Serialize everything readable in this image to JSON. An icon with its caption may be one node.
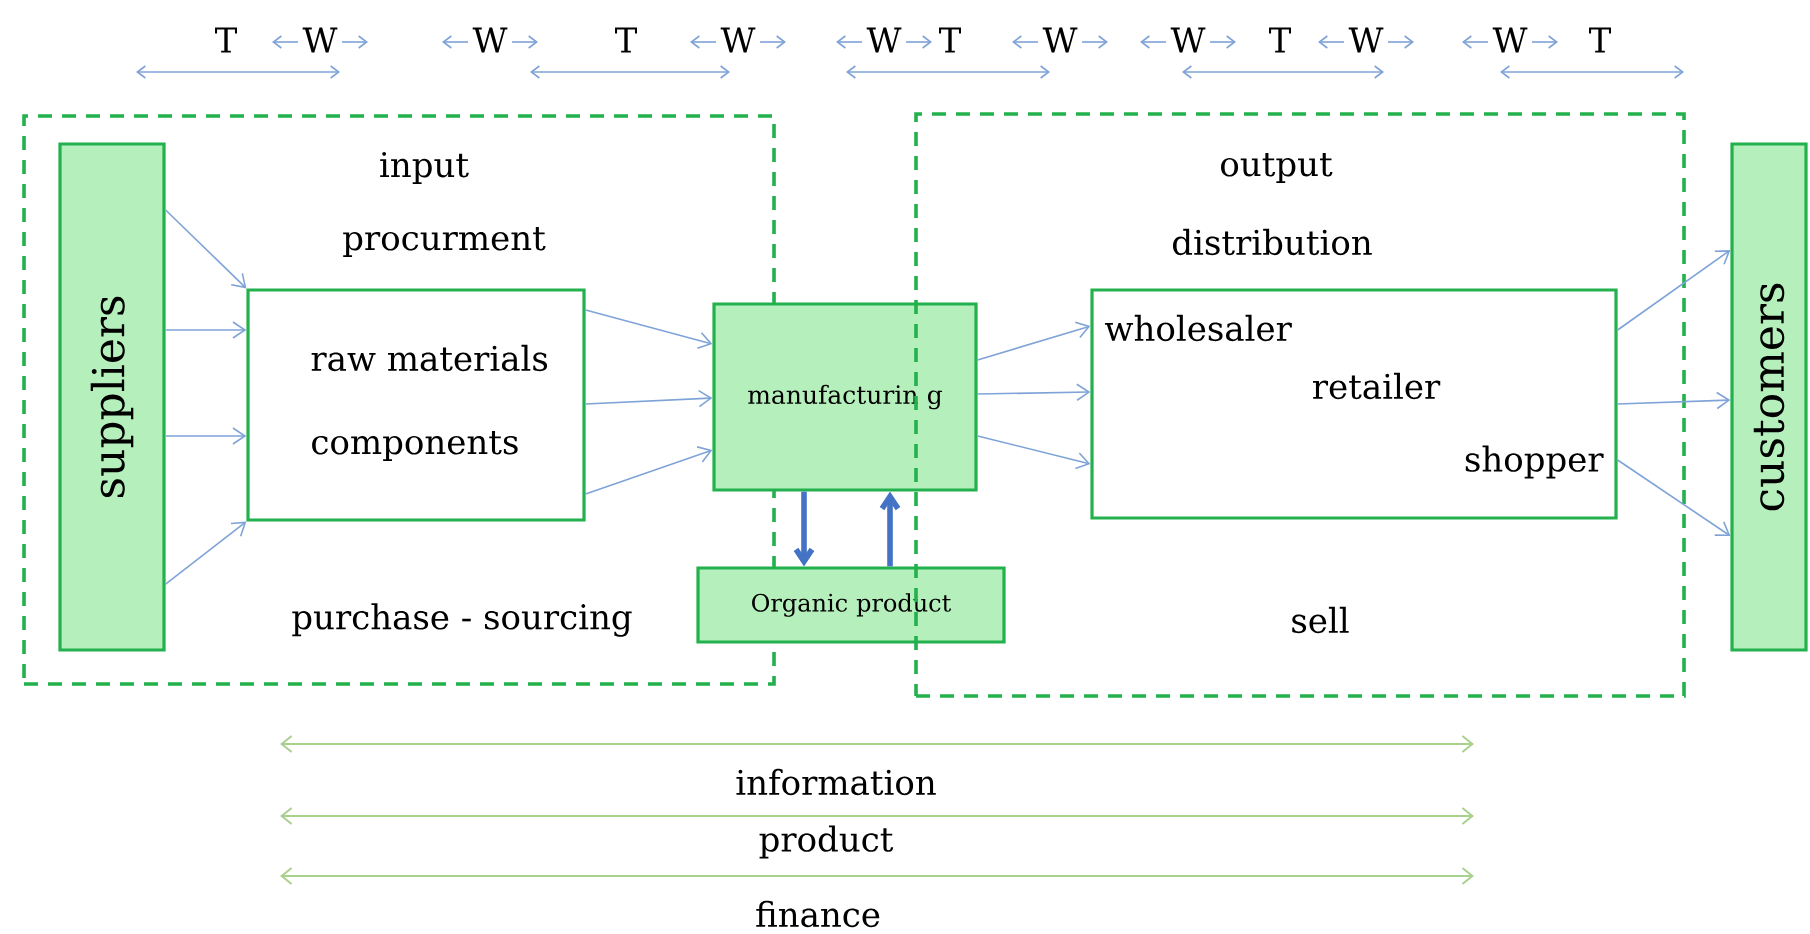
{
  "diagram": {
    "nodes": [
      {
        "text": [
          "input",
          "procurment",
          "purchase - sourcing"
        ]
      },
      {
        "text": [
          "suppliers"
        ],
        "in": 0
      },
      {
        "text": [
          "raw materials",
          "components"
        ],
        "in": 0
      },
      {
        "text": [
          "manufacturin g"
        ]
      },
      {
        "text": [
          "Organic product"
        ]
      },
      {
        "text": [
          "output",
          "distribution",
          "sell"
        ]
      },
      {
        "text": [
          "wholesaler",
          "retailer",
          "shopper"
        ],
        "in": 5
      },
      {
        "text": [
          "customers"
        ]
      }
    ],
    "edges": [
      {
        "from": 1,
        "to": 2,
        "arrow": "to"
      },
      {
        "from": 1,
        "to": 2,
        "arrow": "to"
      },
      {
        "from": 1,
        "to": 2,
        "arrow": "to"
      },
      {
        "from": 1,
        "to": 2,
        "arrow": "to"
      },
      {
        "from": 2,
        "to": 3,
        "arrow": "to"
      },
      {
        "from": 2,
        "to": 3,
        "arrow": "to"
      },
      {
        "from": 2,
        "to": 3,
        "arrow": "to"
      },
      {
        "from": 3,
        "to": 6,
        "arrow": "to"
      },
      {
        "from": 3,
        "to": 6,
        "arrow": "to"
      },
      {
        "from": 3,
        "to": 6,
        "arrow": "to"
      },
      {
        "from": 6,
        "to": 7,
        "arrow": "to"
      },
      {
        "from": 6,
        "to": 7,
        "arrow": "to"
      },
      {
        "from": 6,
        "to": 7,
        "arrow": "to"
      },
      {
        "from": 3,
        "to": 4,
        "arrow": "to",
        "style": "thick",
        "color": "#4472c4"
      },
      {
        "from": 4,
        "to": 3,
        "arrow": "to",
        "style": "thick",
        "color": "#4472c4"
      }
    ],
    "labels": [
      "T",
      "W",
      "W",
      "T",
      "W",
      "W",
      "T",
      "W",
      "W",
      "T",
      "W",
      "W",
      "T",
      "information",
      "product",
      "finance"
    ]
  }
}
